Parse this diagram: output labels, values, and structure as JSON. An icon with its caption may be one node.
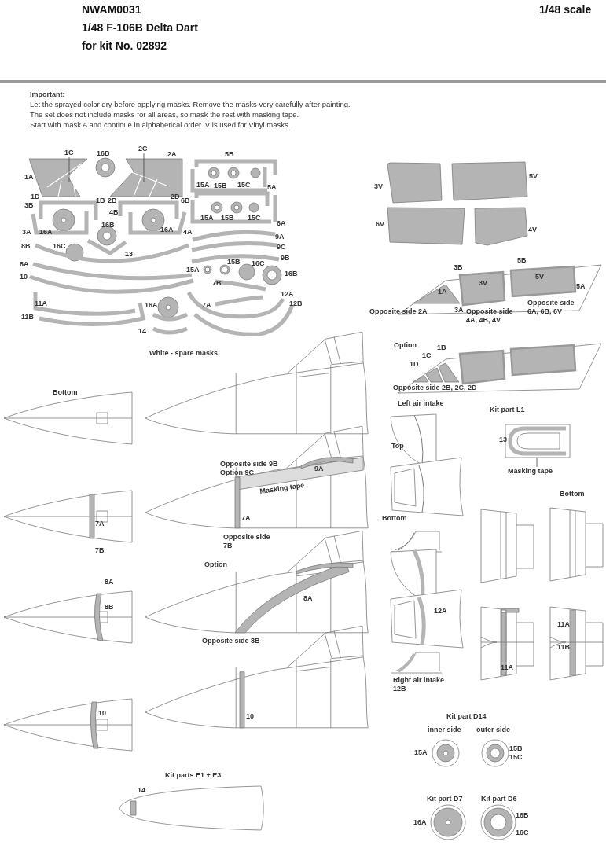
{
  "diagram": {
    "title": "1/48 F-106B Delta Dart",
    "nodes": [
      {
        "text": [
          "1C"
        ]
      },
      {
        "text": [
          "2C"
        ]
      },
      {
        "text": [
          "Masking tape"
        ]
      },
      {
        "text": [],
        "shape": "picture"
      }
    ],
    "edges": [
      {
        "from": 0,
        "to": null,
        "arrow": "none"
      },
      {
        "from": 1,
        "to": null,
        "arrow": "none"
      },
      {
        "from": 2,
        "to": 3,
        "arrow": "none"
      }
    ],
    "labels": [
      "NWAM0031",
      "1/48 scale",
      "for kit No. 02892",
      "Important:",
      "Let the sprayed color dry before applying masks. Remove the masks very carefully after painting.",
      "The set does not include masks for all areas, so mask the rest with masking tape.",
      "Start with mask A and continue in alphabetical order. V is used for Vinyl masks.",
      "16B",
      "2A",
      "5B",
      "1A",
      "15A",
      "15B",
      "15C",
      "5A",
      "1D",
      "1B",
      "2B",
      "2D",
      "6B",
      "3B",
      "4B",
      "15A",
      "15B",
      "15C",
      "6A",
      "3A",
      "16A",
      "16B",
      "16A",
      "4A",
      "9A",
      "8B",
      "16C",
      "13",
      "9C",
      "9B",
      "8A",
      "15A",
      "15B",
      "16C",
      "16B",
      "10",
      "7B",
      "11A",
      "16A",
      "7A",
      "12A",
      "12B",
      "11B",
      "14",
      "White - spare masks",
      "3V",
      "5V",
      "6V",
      "4V",
      "5B",
      "3B",
      "3V",
      "5V",
      "1A",
      "5A",
      "Opposite side 6A, 6B, 6V",
      "Opposite side 2A",
      "3A",
      "Opposite side 4A, 4B, 4V",
      "Option",
      "1B",
      "1C",
      "1D",
      "Opposite side 2B, 2C, 2D",
      "Bottom",
      "Left air intake",
      "Kit part L1",
      "13",
      "Top",
      "Opposite side 9B Option 9C",
      "9A",
      "Masking tape",
      "Bottom",
      "7A",
      "7A",
      "Bottom",
      "Opposite side 7B",
      "7B",
      "Option",
      "8A",
      "8A",
      "8B",
      "12A",
      "11A",
      "Opposite side 8B",
      "11B",
      "11A",
      "Right air intake 12B",
      "10",
      "10",
      "Kit part D14",
      "inner side",
      "outer side",
      "15B",
      "15A",
      "15C",
      "Kit parts E1 + E3",
      "14",
      "Kit part D7",
      "Kit part D6",
      "16B",
      "16A",
      "16C"
    ]
  }
}
